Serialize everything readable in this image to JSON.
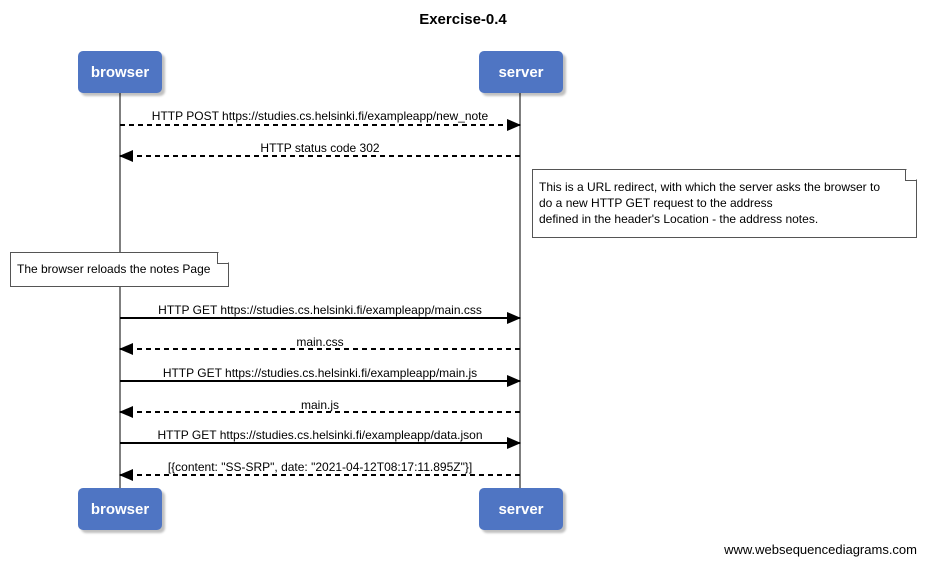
{
  "title": "Exercise-0.4",
  "actors": {
    "browser": "browser",
    "server": "server"
  },
  "messages": [
    {
      "text": "HTTP POST https://studies.cs.helsinki.fi/exampleapp/new_note",
      "from": "browser",
      "to": "server",
      "style": "dashed"
    },
    {
      "text": "HTTP status code 302",
      "from": "server",
      "to": "browser",
      "style": "dashed"
    },
    {
      "text": "HTTP GET https://studies.cs.helsinki.fi/exampleapp/main.css",
      "from": "browser",
      "to": "server",
      "style": "solid"
    },
    {
      "text": "main.css",
      "from": "server",
      "to": "browser",
      "style": "dashed"
    },
    {
      "text": "HTTP GET https://studies.cs.helsinki.fi/exampleapp/main.js",
      "from": "browser",
      "to": "server",
      "style": "solid"
    },
    {
      "text": "main.js",
      "from": "server",
      "to": "browser",
      "style": "dashed"
    },
    {
      "text": "HTTP GET https://studies.cs.helsinki.fi/exampleapp/data.json",
      "from": "browser",
      "to": "server",
      "style": "solid"
    },
    {
      "text": "[{content: \"SS-SRP\", date: \"2021-04-12T08:17:11.895Z\"}]",
      "from": "server",
      "to": "browser",
      "style": "dashed"
    }
  ],
  "notes": {
    "redirect": [
      "This is a URL redirect, with which the server asks the browser to",
      "do a new HTTP GET request  to the address",
      "defined in the header's Location - the address notes."
    ],
    "reload": "The browser reloads the notes Page"
  },
  "footer": "www.websequencediagrams.com"
}
